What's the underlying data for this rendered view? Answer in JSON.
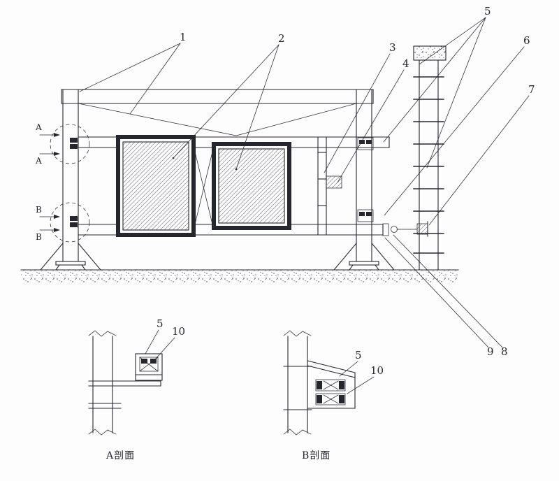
{
  "drawing": {
    "callouts": {
      "n1": "1",
      "n2": "2",
      "n3": "3",
      "n4": "4",
      "n5": "5",
      "n6": "6",
      "n7": "7",
      "n8": "8",
      "n9": "9"
    },
    "section_markers": {
      "a": "A",
      "b": "B"
    },
    "details": {
      "a": {
        "title": "A剖面",
        "callout_5": "5",
        "callout_10": "10"
      },
      "b": {
        "title": "B剖面",
        "callout_5": "5",
        "callout_10": "10"
      }
    },
    "colors": {
      "line": "#26262e",
      "background": "#fdfdfd"
    }
  }
}
